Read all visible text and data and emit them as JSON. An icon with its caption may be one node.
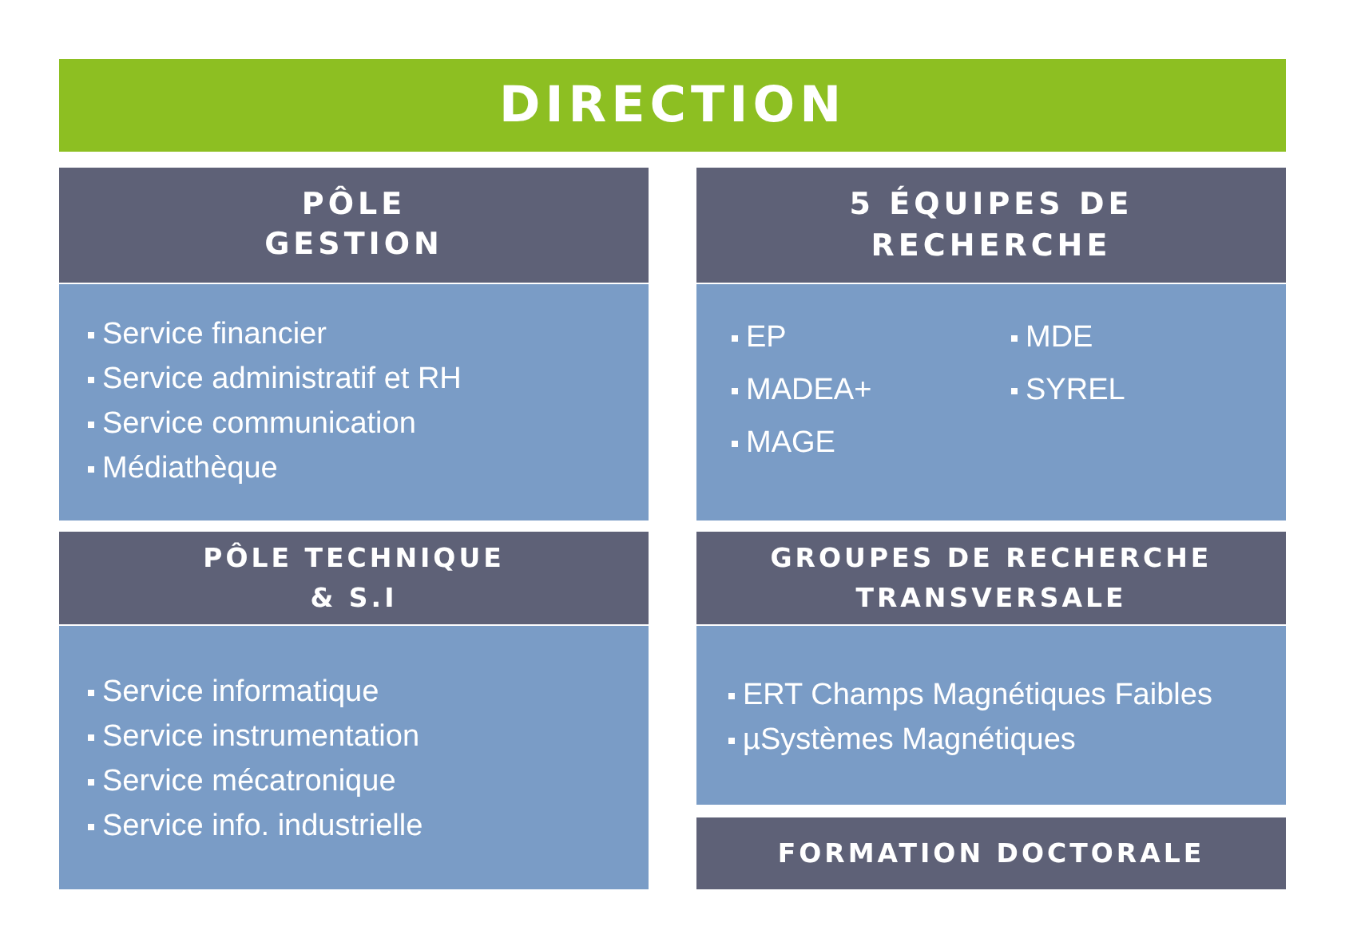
{
  "diagram": {
    "nodes": [
      {
        "text": [
          "DIRECTION"
        ]
      },
      {
        "text": [
          "PÔLE GESTION"
        ]
      },
      {
        "text": [
          "Service financier",
          "Service administratif et RH",
          "Service communication",
          "Médiathèque"
        ]
      },
      {
        "text": [
          "5 ÉQUIPES DE RECHERCHE"
        ]
      },
      {
        "text": [
          "EP",
          "MADEA+",
          "MAGE",
          "MDE",
          "SYREL"
        ]
      },
      {
        "text": [
          "PÔLE TECHNIQUE & S.I"
        ]
      },
      {
        "text": [
          "Service informatique",
          "Service instrumentation",
          "Service mécatronique",
          "Service info. industrielle"
        ]
      },
      {
        "text": [
          "GROUPES DE RECHERCHE TRANSVERSALE"
        ]
      },
      {
        "text": [
          "ERT Champs Magnétiques Faibles",
          "µSystèmes Magnétiques"
        ]
      },
      {
        "text": [
          "FORMATION DOCTORALE"
        ]
      }
    ]
  }
}
